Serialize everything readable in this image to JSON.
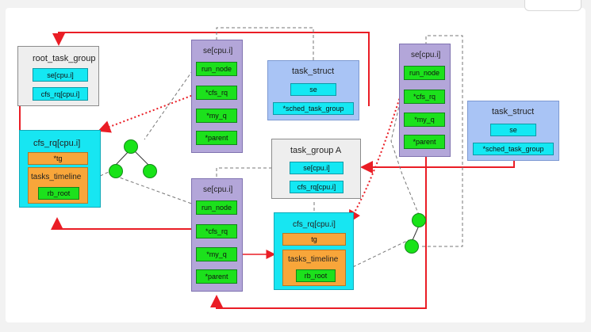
{
  "colors": {
    "red": "#ea1d25",
    "gray_line": "#777777",
    "cyan": "#14e8f3",
    "green": "#1ce11c",
    "orange": "#f8a63a",
    "purple": "#b3a6d9",
    "blue": "#a9c4f5"
  },
  "diagram": {
    "root_task_group": {
      "title": "root_task_group",
      "se": "se[cpu.i]",
      "cfs_rq": "cfs_rq[cpu.i]"
    },
    "cfs_rq_root": {
      "title": "cfs_rq[cpu.i]",
      "tg": "*tg",
      "tasks_timeline": "tasks_timeline",
      "rb_root": "rb_root"
    },
    "se_top_mid": {
      "title": "se[cpu.i]",
      "run_node": "run_node",
      "cfs_rq": "*cfs_rq",
      "my_q": "*my_q",
      "parent": "*parent"
    },
    "task_struct_left": {
      "title": "task_struct",
      "se": "se",
      "sched_task_group": "*sched_task_group"
    },
    "se_right": {
      "title": "se[cpu.i]",
      "run_node": "run_node",
      "cfs_rq": "*cfs_rq",
      "my_q": "*my_q",
      "parent": "*parent"
    },
    "task_struct_right": {
      "title": "task_struct",
      "se": "se",
      "sched_task_group": "*sched_task_group"
    },
    "task_group_a": {
      "title": "task_group A",
      "se": "se[cpu.i]",
      "cfs_rq": "cfs_rq[cpu.i]"
    },
    "se_bottom_mid": {
      "title": "se[cpu.i]",
      "run_node": "run_node",
      "cfs_rq": "*cfs_rq",
      "my_q": "*my_q",
      "parent": "*parent"
    },
    "cfs_rq_a": {
      "title": "cfs_rq[cpu.i]",
      "tg": "tg",
      "tasks_timeline": "tasks_timeline",
      "rb_root": "rb_root"
    }
  }
}
